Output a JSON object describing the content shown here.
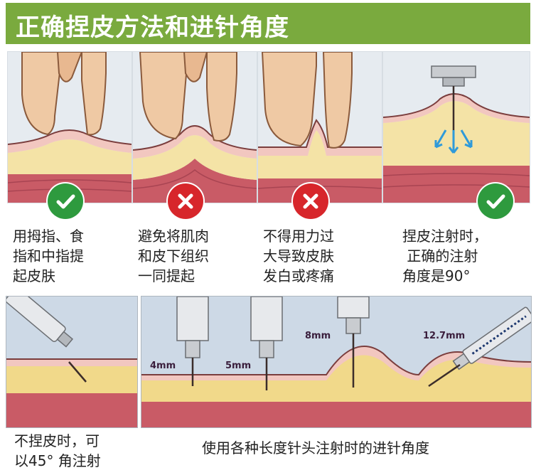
{
  "title": "正确捏皮方法和进针角度",
  "panels": [
    {
      "status": "check-icon",
      "caption": [
        "用拇指、食",
        "指和中指提",
        "起皮肤"
      ]
    },
    {
      "status": "cross-icon",
      "caption": [
        "避免将肌肉",
        "和皮下组织",
        "一同提起"
      ]
    },
    {
      "status": "cross-icon",
      "caption": [
        "不得用力过",
        "大导致皮肤",
        "发白或疼痛"
      ]
    },
    {
      "status": "check-icon",
      "caption": [
        "捏皮注射时，",
        " 正确的注射",
        "角度是90°"
      ]
    }
  ],
  "bottom_left_caption": [
    "不捏皮时，可",
    "以45° 角注射"
  ],
  "bottom_right_caption": "使用各种长度针头注射时的进针角度",
  "needle_labels": [
    "4mm",
    "5mm",
    "8mm",
    "12.7mm"
  ],
  "colors": {
    "header": "#7aaa3e",
    "ok": "#2e9a3e",
    "no": "#d7262b",
    "fat": "#f1d98a",
    "muscle": "#c95b66",
    "skin": "#f2c7c0"
  }
}
